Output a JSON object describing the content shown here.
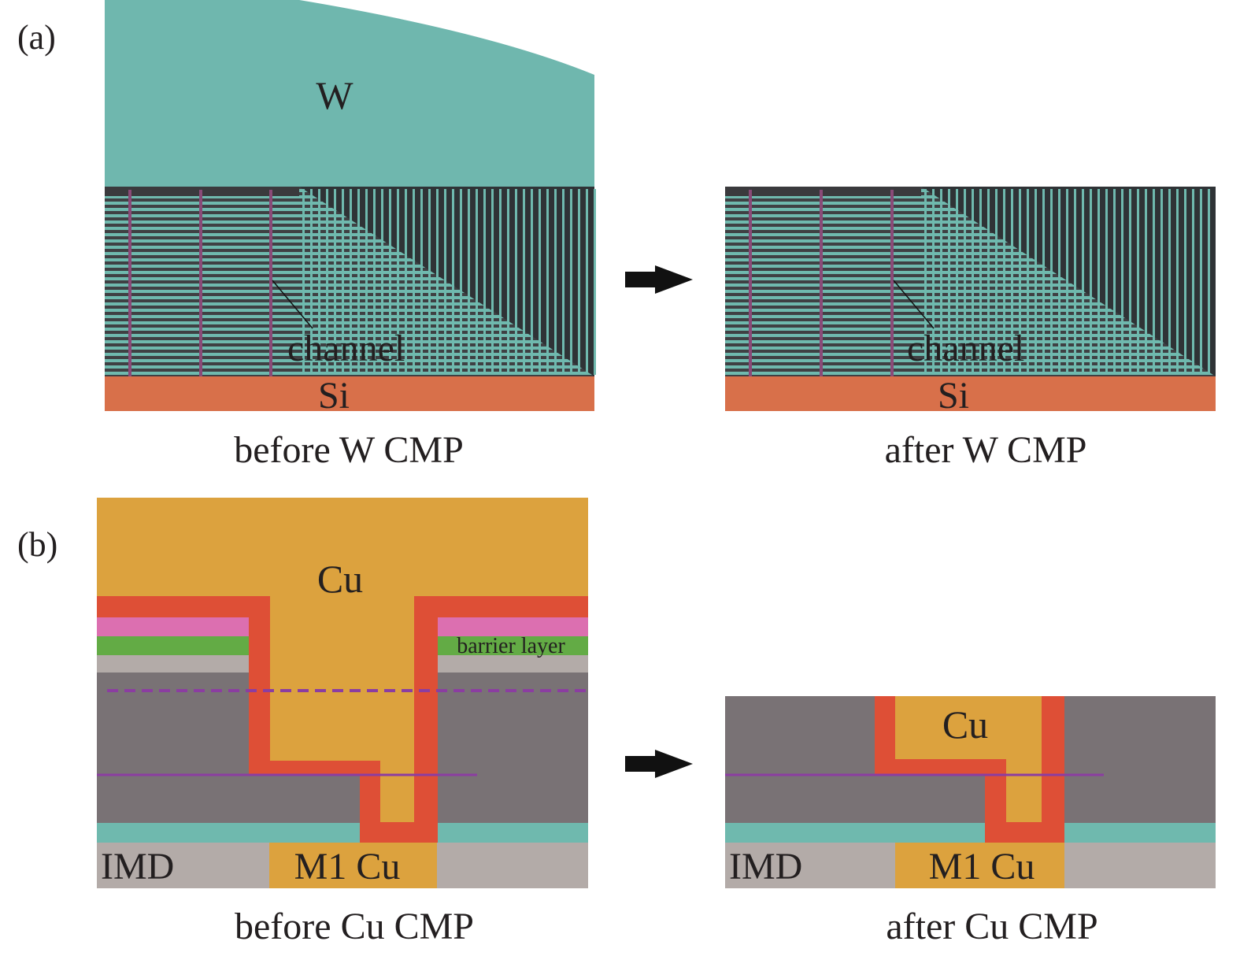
{
  "panel_a": {
    "label": "(a)",
    "before": {
      "tungsten_label": "W",
      "channel_label": "channel",
      "substrate_label": "Si",
      "caption": "before W CMP"
    },
    "after": {
      "channel_label": "channel",
      "substrate_label": "Si",
      "caption": "after W CMP"
    }
  },
  "panel_b": {
    "label": "(b)",
    "before": {
      "copper_label": "Cu",
      "barrier_label": "barrier layer",
      "imd_label": "IMD",
      "m1_label": "M1 Cu",
      "caption": "before Cu CMP"
    },
    "after": {
      "copper_label": "Cu",
      "imd_label": "IMD",
      "m1_label": "M1 Cu",
      "caption": "after Cu CMP"
    }
  },
  "colors": {
    "tungsten": "#6fb7ae",
    "stack_dark": "#3a3a3d",
    "channel": "#8a4a78",
    "silicon": "#d8704a",
    "copper": "#dca23e",
    "liner": "#de4f36",
    "pink_layer": "#dc6fb0",
    "barrier": "#63ab45",
    "light_gray": "#b3aba8",
    "dielectric": "#797275",
    "cap_cyan": "#6fb9ae",
    "purple_line": "#8b3da1",
    "arrow": "#111111"
  }
}
